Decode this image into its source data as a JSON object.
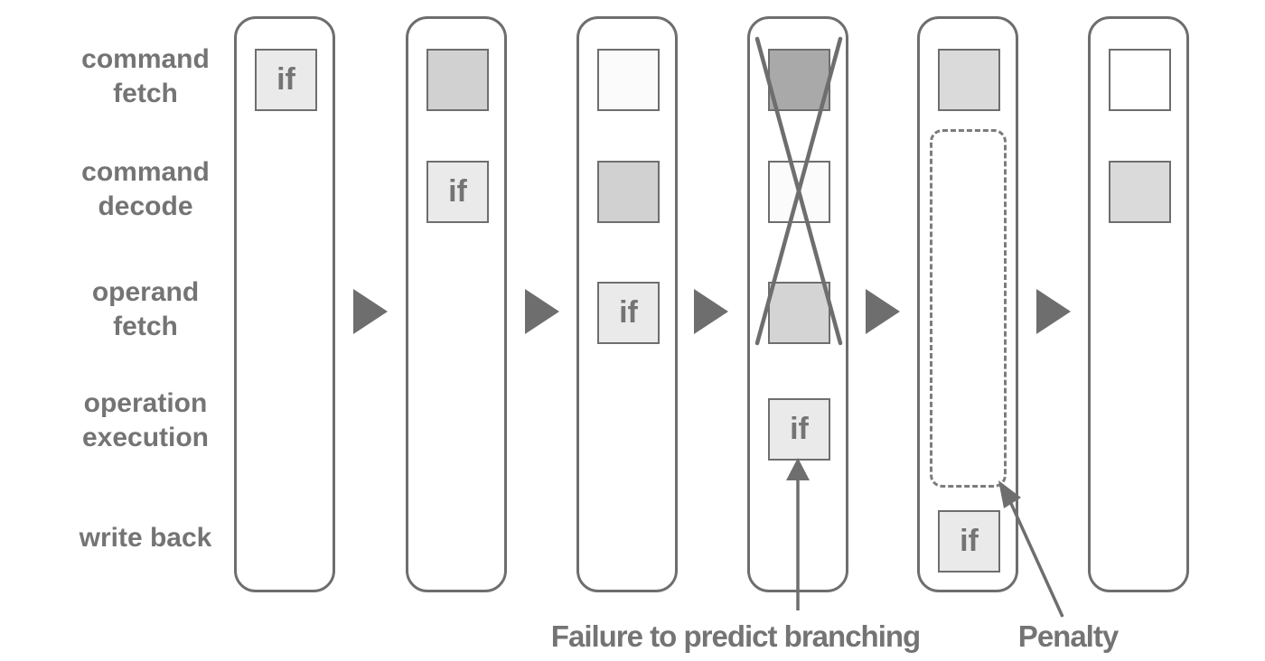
{
  "diagram": {
    "stages": [
      {
        "id": "command-fetch",
        "label": "command\nfetch"
      },
      {
        "id": "command-decode",
        "label": "command\ndecode"
      },
      {
        "id": "operand-fetch",
        "label": "operand\nfetch"
      },
      {
        "id": "operation-execution",
        "label": "operation\nexecution"
      },
      {
        "id": "write-back",
        "label": "write back"
      }
    ],
    "columns": [
      {
        "step": 1,
        "cells": [
          {
            "stage": 0,
            "fill": "if_box",
            "label": "if"
          }
        ]
      },
      {
        "step": 2,
        "cells": [
          {
            "stage": 0,
            "fill": "medium"
          },
          {
            "stage": 1,
            "fill": "if_box",
            "label": "if"
          }
        ]
      },
      {
        "step": 3,
        "cells": [
          {
            "stage": 0,
            "fill": "near_white"
          },
          {
            "stage": 1,
            "fill": "medium"
          },
          {
            "stage": 2,
            "fill": "if_box",
            "label": "if"
          }
        ]
      },
      {
        "step": 4,
        "crossed_out": true,
        "cells": [
          {
            "stage": 0,
            "fill": "dark"
          },
          {
            "stage": 1,
            "fill": "near_white"
          },
          {
            "stage": 2,
            "fill": "medium_light"
          },
          {
            "stage": 3,
            "fill": "if_box",
            "label": "if"
          }
        ]
      },
      {
        "step": 5,
        "penalty_outline": true,
        "cells": [
          {
            "stage": 0,
            "fill": "light"
          },
          {
            "stage": 4,
            "fill": "if_box",
            "label": "if"
          }
        ]
      },
      {
        "step": 6,
        "cells": [
          {
            "stage": 0,
            "fill": "white"
          },
          {
            "stage": 1,
            "fill": "light"
          }
        ]
      }
    ],
    "annotations": {
      "branch_failure": {
        "label": "Failure to predict branching"
      },
      "penalty": {
        "label": "Penalty"
      }
    },
    "colors": {
      "outline": "#6e6e6e",
      "text": "#747474",
      "if_box": "#eaeaea",
      "medium": "#d1d1d1",
      "medium_light": "#d4d4d4",
      "light": "#dadada",
      "near_white": "#fbfbfb",
      "white": "#ffffff",
      "dark": "#a9a9a9"
    }
  }
}
